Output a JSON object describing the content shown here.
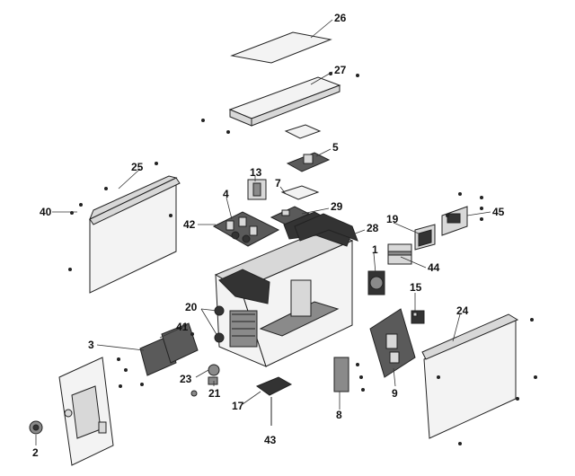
{
  "labels": {
    "l1": "1",
    "l2": "2",
    "l3": "3",
    "l4": "4",
    "l5": "5",
    "l7": "7",
    "l8": "8",
    "l9": "9",
    "l13": "13",
    "l15": "15",
    "l17": "17",
    "l19": "19",
    "l20": "20",
    "l21": "21",
    "l23": "23",
    "l24": "24",
    "l25": "25",
    "l26": "26",
    "l27": "27",
    "l28": "28",
    "l29": "29",
    "l40": "40",
    "l41": "41",
    "l42": "42",
    "l43": "43",
    "l44": "44",
    "l45": "45"
  }
}
